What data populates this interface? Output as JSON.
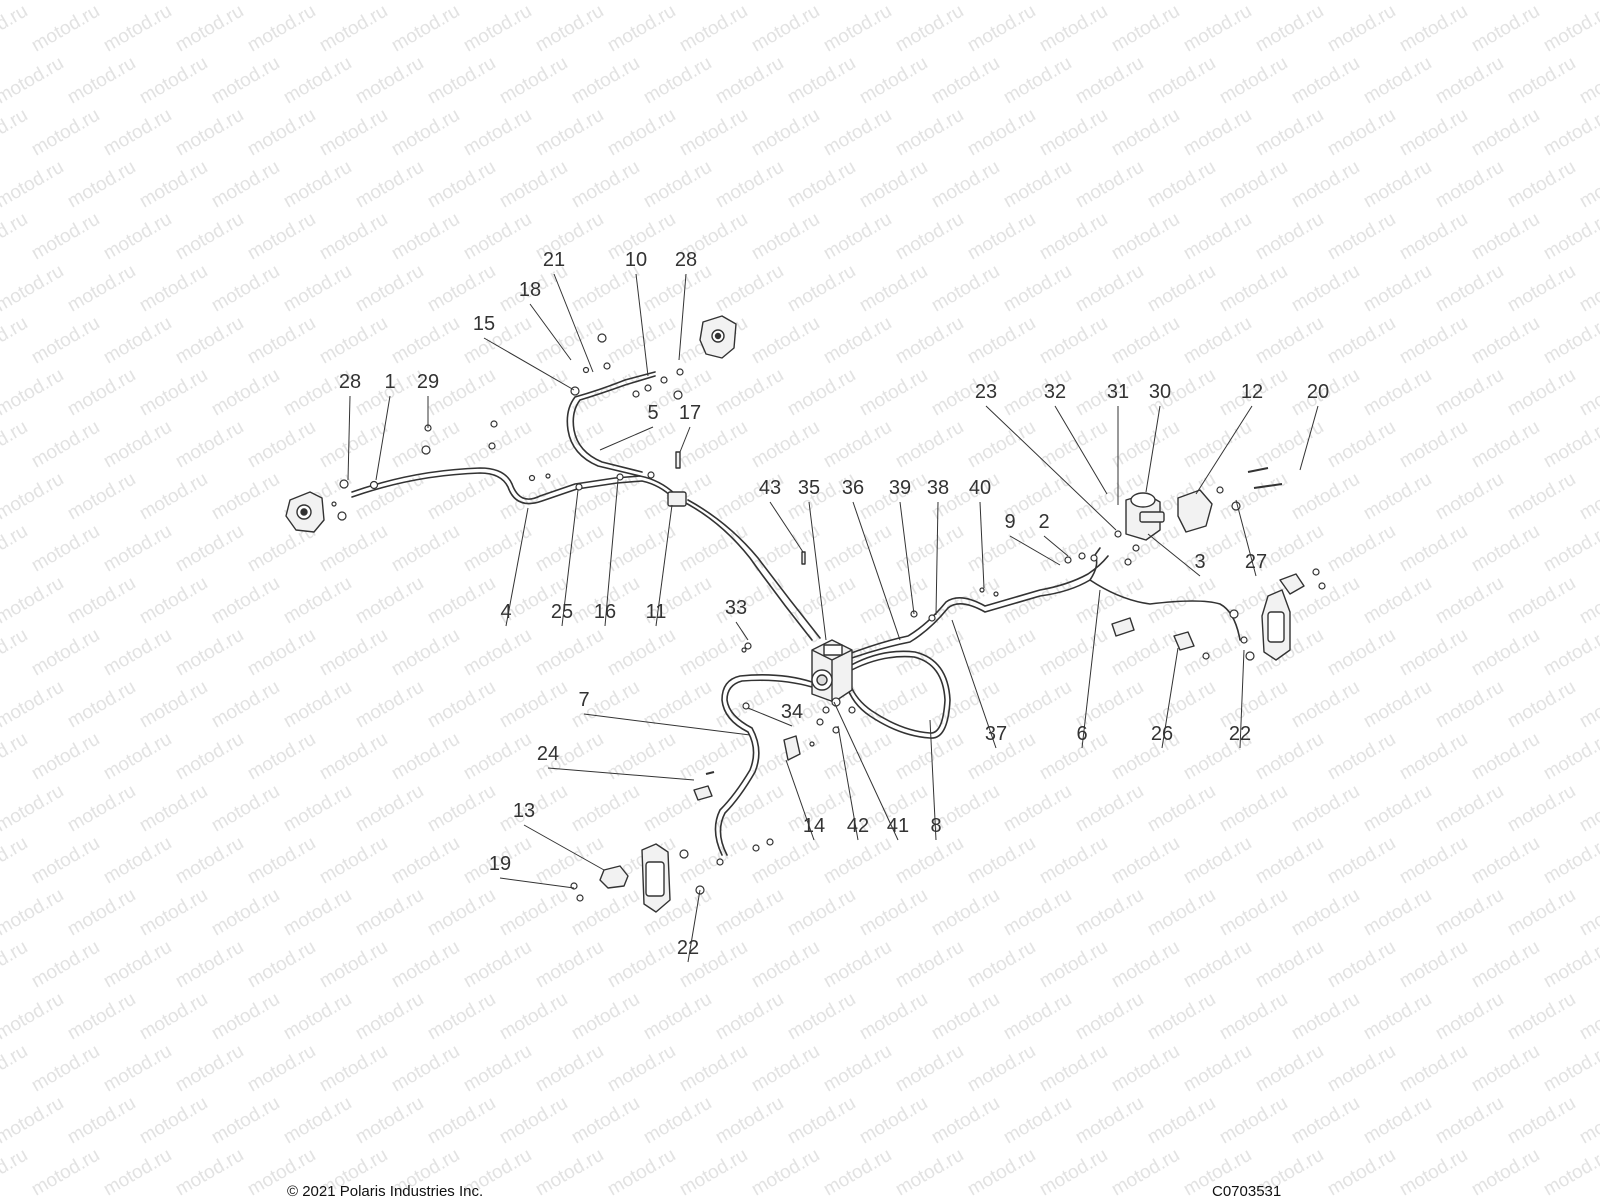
{
  "watermark": {
    "text": "motod.ru"
  },
  "footer": {
    "copyright": "© 2021 Polaris Industries Inc.",
    "drawing_id": "C0703531"
  },
  "callouts": [
    "21",
    "10",
    "28",
    "18",
    "15",
    "28",
    "1",
    "29",
    "5",
    "17",
    "4",
    "25",
    "16",
    "11",
    "23",
    "32",
    "31",
    "30",
    "12",
    "20",
    "3",
    "27",
    "43",
    "35",
    "36",
    "39",
    "38",
    "40",
    "9",
    "2",
    "33",
    "34",
    "7",
    "24",
    "14",
    "42",
    "41",
    "8",
    "37",
    "6",
    "26",
    "22",
    "13",
    "19",
    "22"
  ],
  "colors": {
    "line": "#333333",
    "text": "#333333",
    "watermark": "#e2e2e2",
    "part_fill": "#f2f2f2"
  }
}
